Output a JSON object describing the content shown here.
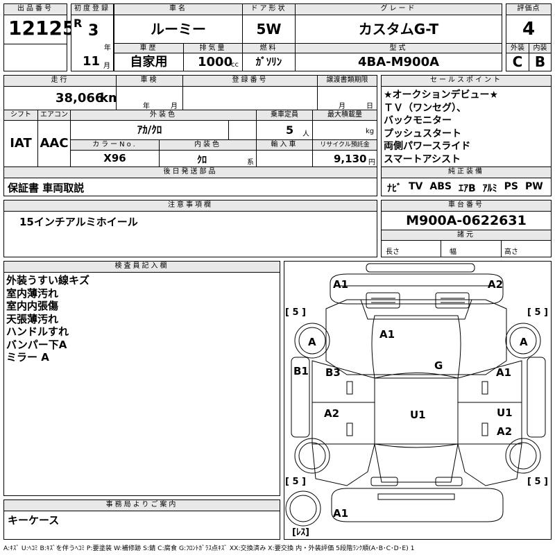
{
  "header": {
    "lot_label": "出品番号",
    "lot_no": "12125",
    "reg_label": "初度登録",
    "era": "R",
    "year": "3",
    "year_unit": "年",
    "month": "11",
    "month_unit": "月",
    "car_name_label": "車名",
    "car_name": "ルーミー",
    "door_label": "ドア形状",
    "door": "5W",
    "grade_label": "グレード",
    "grade": "カスタムG-T",
    "score_label": "評価点",
    "score": "4",
    "history_label": "車歴",
    "history": "自家用",
    "displacement_label": "排気量",
    "displacement": "1000",
    "displacement_unit": "cc",
    "fuel_label": "燃料",
    "fuel": "ｶﾞｿﾘﾝ",
    "model_label": "型式",
    "model": "4BA-M900A",
    "ext_label": "外装",
    "ext": "C",
    "int_label": "内装",
    "int": "B"
  },
  "spec": {
    "mileage_label": "走行",
    "mileage": "38,066",
    "mileage_unit": "km",
    "inspection_label": "車検",
    "year_unit": "年",
    "month_unit": "月",
    "plate_label": "登録番号",
    "transfer_label": "譲渡書類期限",
    "day_unit": "日",
    "shift_label": "シフト",
    "shift": "IAT",
    "ac_label": "エアコン",
    "ac": "AAC",
    "color_label": "外装色",
    "color": "ｱｶ/ｸﾛ",
    "capacity_label": "乗車定員",
    "capacity": "5",
    "capacity_unit": "人",
    "load_label": "最大積載量",
    "load_unit": "kg",
    "color_no_label": "カラーNo.",
    "color_no": "X96",
    "int_color_label": "内装色",
    "int_color": "ｸﾛ",
    "int_color_unit": "系",
    "import_label": "輸入車",
    "recycle_label": "リサイクル預託金",
    "recycle": "9,130",
    "recycle_unit": "円",
    "later_label": "後日発送部品",
    "later": "保証書 車両取説"
  },
  "sales": {
    "label": "セールスポイント",
    "lines": [
      "★オークションデビュー★",
      "ＴＶ（ワンセグ）、",
      "バックモニター",
      "プッシュスタート",
      "両側パワースライド",
      "スマートアシスト"
    ],
    "equip_label": "純正装備",
    "equip": [
      "ﾅﾋﾞ",
      "TV",
      "ABS",
      "ｴｱB",
      "ｱﾙﾐ",
      "PS",
      "PW"
    ]
  },
  "notes": {
    "label": "注意事項欄",
    "text": "15インチアルミホイール"
  },
  "chassis": {
    "label": "車台番号",
    "value": "M900A-0622631",
    "dims_label": "諸元",
    "length_label": "長さ",
    "width_label": "幅",
    "height_label": "高さ"
  },
  "inspector": {
    "label": "検査員記入欄",
    "lines": [
      "外装うすい線キズ",
      "室内薄汚れ",
      "室内内張傷",
      "天張薄汚れ",
      "ハンドルすれ",
      "バンパー下A",
      "ミラー A"
    ]
  },
  "office": {
    "label": "事務局よりご案内",
    "text": "キーケース"
  },
  "diagram": {
    "marks": [
      "A1",
      "A2",
      "A",
      "A",
      "A1",
      "G",
      "B1",
      "B3",
      "A1",
      "A2",
      "U1",
      "U1",
      "A2",
      "A1"
    ],
    "tread": [
      "[ 5 ]",
      "[ 5 ]",
      "[ 5 ]",
      "[ 5 ]",
      "[ﾚｽ]"
    ]
  },
  "legend": "A:ｷｽﾞ U:ﾍｺﾐ B:ｷｽﾞを伴うﾍｺﾐ P:要塗装 W:補修跡 S:錆 C:腐食 G:ﾌﾛﾝﾄｶﾞﾗｽ点ｷｽﾞ XX:交換済み X:要交換 内・外装評価 5段階ﾗﾝｸ順(A･B･C･D･E) 1"
}
